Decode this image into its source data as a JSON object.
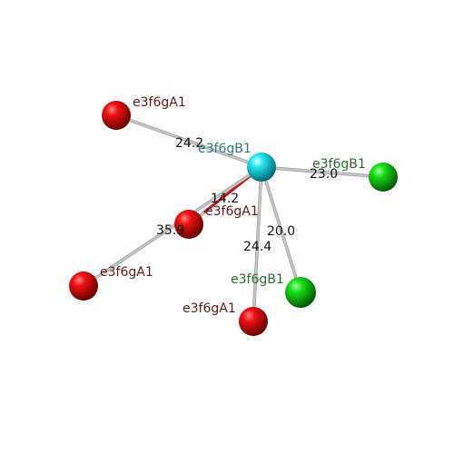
{
  "colors": {
    "red_atom": "#e00000",
    "green_atom": "#10d010",
    "cyan_atom": "#10e0f0",
    "red_label": "#5a1a1a",
    "green_label": "#2d6a2d",
    "cyan_label": "#2a7a7a",
    "bond": "#c8c8c8",
    "bond_highlight": "#cc1111",
    "distance_text": "#111111"
  },
  "nodes": [
    {
      "id": "center",
      "label": "e3f6gB1",
      "kind": "cyan"
    },
    {
      "id": "a1",
      "label": "e3f6gA1",
      "kind": "red"
    },
    {
      "id": "a2",
      "label": "e3f6gA1",
      "kind": "red"
    },
    {
      "id": "a3",
      "label": "e3f6gA1",
      "kind": "red"
    },
    {
      "id": "a4",
      "label": "e3f6gA1",
      "kind": "red"
    },
    {
      "id": "b1",
      "label": "e3f6gB1",
      "kind": "green"
    },
    {
      "id": "b2",
      "label": "e3f6gB1",
      "kind": "green"
    }
  ],
  "edges": [
    {
      "from": "center",
      "to": "a1",
      "distance": "24.2"
    },
    {
      "from": "center",
      "to": "b1",
      "distance": "23.0"
    },
    {
      "from": "center",
      "to": "a2",
      "distance": "14.2",
      "highlight": true
    },
    {
      "from": "center",
      "to": "a3",
      "distance": "35.9"
    },
    {
      "from": "center",
      "to": "a4",
      "distance": "24.4"
    },
    {
      "from": "center",
      "to": "b2",
      "distance": "20.0"
    }
  ]
}
